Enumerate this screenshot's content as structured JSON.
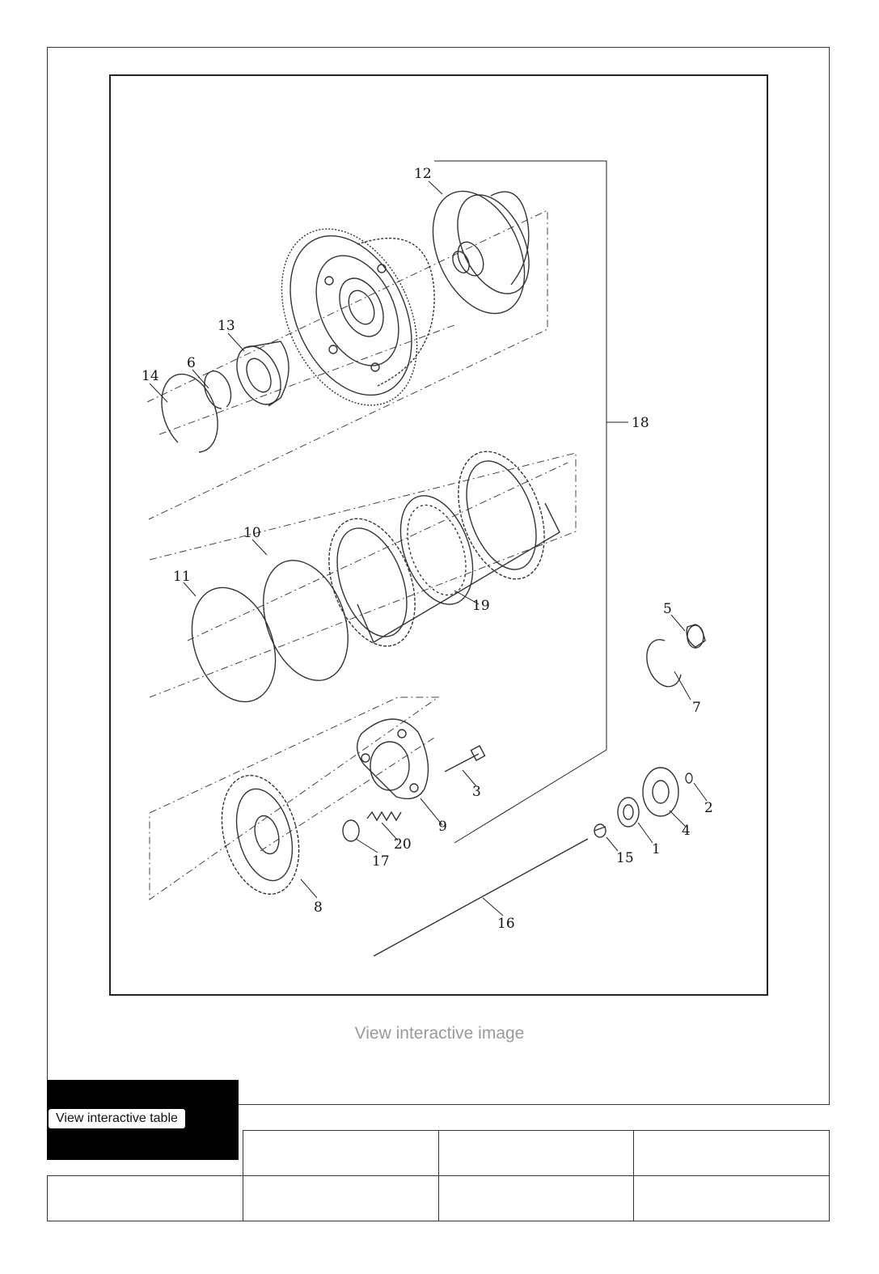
{
  "diagram": {
    "callouts": [
      {
        "id": "c12",
        "text": "12"
      },
      {
        "id": "c13",
        "text": "13"
      },
      {
        "id": "c6",
        "text": "6"
      },
      {
        "id": "c14",
        "text": "14"
      },
      {
        "id": "c18",
        "text": "18"
      },
      {
        "id": "c10",
        "text": "10"
      },
      {
        "id": "c11",
        "text": "11"
      },
      {
        "id": "c19",
        "text": "19"
      },
      {
        "id": "c5",
        "text": "5"
      },
      {
        "id": "c7",
        "text": "7"
      },
      {
        "id": "c3",
        "text": "3"
      },
      {
        "id": "c2",
        "text": "2"
      },
      {
        "id": "c4",
        "text": "4"
      },
      {
        "id": "c1",
        "text": "1"
      },
      {
        "id": "c9",
        "text": "9"
      },
      {
        "id": "c20",
        "text": "20"
      },
      {
        "id": "c17",
        "text": "17"
      },
      {
        "id": "c15",
        "text": "15"
      },
      {
        "id": "c8",
        "text": "8"
      },
      {
        "id": "c16",
        "text": "16"
      }
    ]
  },
  "links": {
    "view_image": "View interactive image",
    "view_table": "View interactive table"
  },
  "table": {
    "rows": [
      [
        "",
        "",
        "",
        ""
      ],
      [
        "",
        "",
        "",
        ""
      ]
    ]
  }
}
